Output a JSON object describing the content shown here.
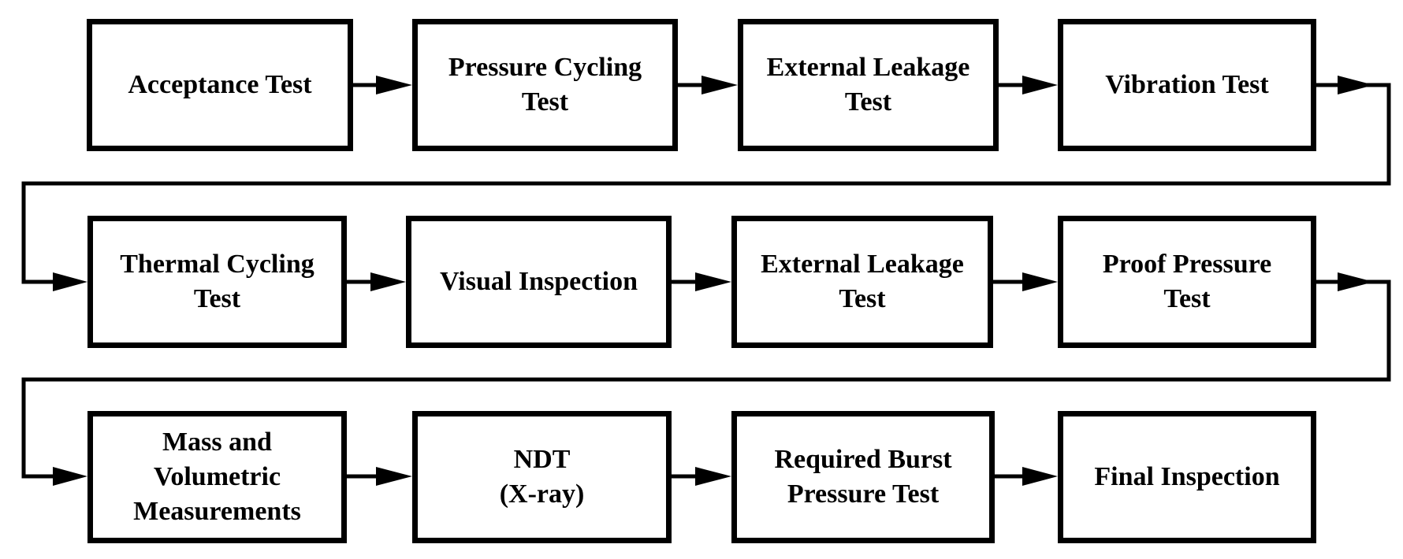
{
  "rows": [
    [
      {
        "label": "Acceptance Test"
      },
      {
        "label": "Pressure Cycling\nTest"
      },
      {
        "label": "External Leakage\nTest"
      },
      {
        "label": "Vibration Test"
      }
    ],
    [
      {
        "label": "Thermal Cycling\nTest"
      },
      {
        "label": "Visual Inspection"
      },
      {
        "label": "External Leakage\nTest"
      },
      {
        "label": "Proof Pressure\nTest"
      }
    ],
    [
      {
        "label": "Mass and\nVolumetric\nMeasurements"
      },
      {
        "label": "NDT\n(X-ray)"
      },
      {
        "label": "Required Burst\nPressure Test"
      },
      {
        "label": "Final Inspection"
      }
    ]
  ]
}
